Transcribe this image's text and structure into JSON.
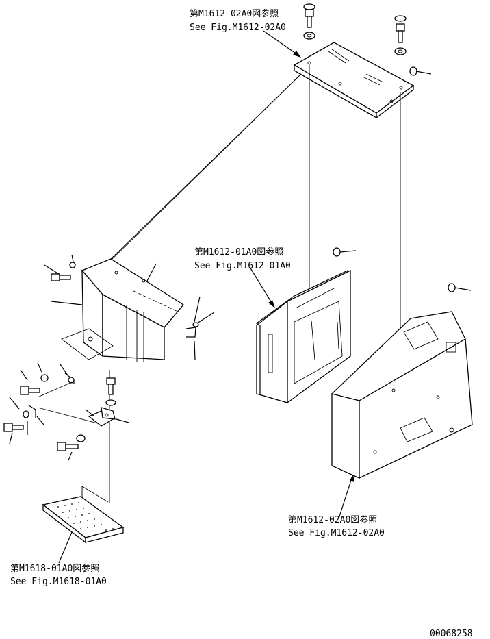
{
  "references": [
    {
      "jp": "第M1612-02A0図参照",
      "en": "See Fig.M1612-02A0"
    },
    {
      "jp": "第M1612-01A0図参照",
      "en": "See Fig.M1612-01A0"
    },
    {
      "jp": "第M1612-02A0図参照",
      "en": "See Fig.M1612-02A0"
    },
    {
      "jp": "第M1618-01A0図参照",
      "en": "See Fig.M1618-01A0"
    }
  ],
  "drawing_number": "00068258"
}
